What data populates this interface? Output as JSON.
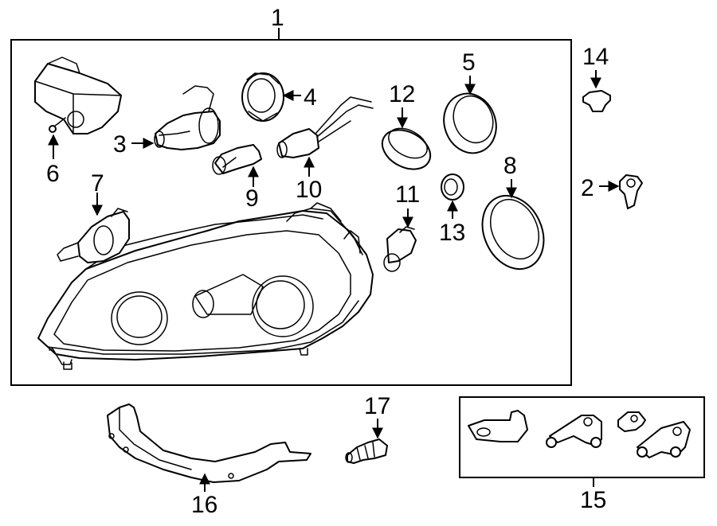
{
  "callouts": {
    "c1": "1",
    "c2": "2",
    "c3": "3",
    "c4": "4",
    "c5": "5",
    "c6": "6",
    "c7": "7",
    "c8": "8",
    "c9": "9",
    "c10": "10",
    "c11": "11",
    "c12": "12",
    "c13": "13",
    "c14": "14",
    "c15": "15",
    "c16": "16",
    "c17": "17"
  },
  "icons": {
    "headlamp": "headlamp-assembly-icon",
    "bulb": "bulb-icon",
    "socket": "socket-icon",
    "seal": "seal-ring-icon",
    "bolt": "bolt-icon",
    "bracket": "bracket-icon",
    "clip": "clip-icon",
    "leveling_motor": "leveling-motor-icon"
  }
}
